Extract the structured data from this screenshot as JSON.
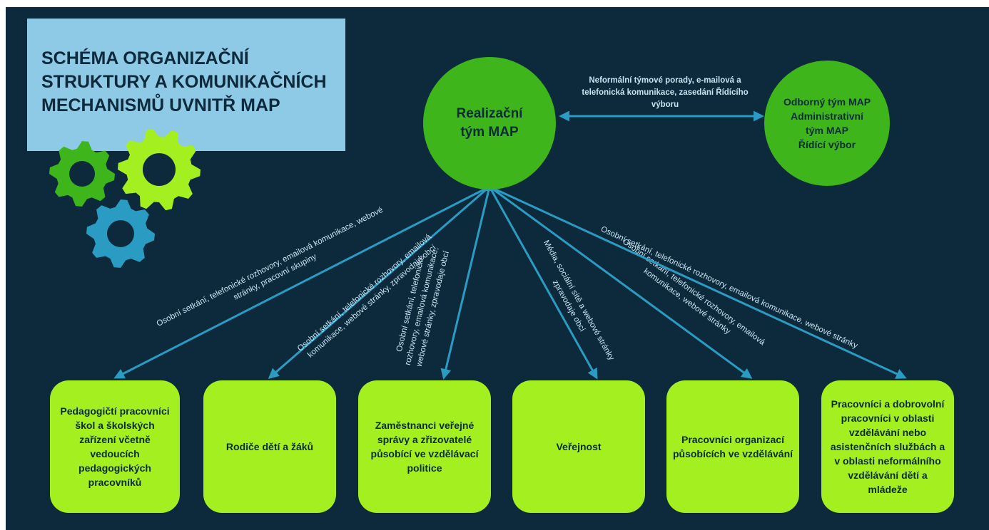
{
  "title": "SCHÉMA ORGANIZAČNÍ\nSTRUKTURY A KOMUNIKAČNÍCH\nMECHANISMŮ UVNITŘ MAP",
  "center_node": "Realizační\ntým MAP",
  "right_node": "Odborný tým MAP\nAdministrativní\ntým MAP\nŘídící výbor",
  "top_link": [
    "Neformální týmové porady, e-mailová a",
    "telefonická komunikace, zasedání Řídícího",
    "výboru"
  ],
  "boxes": [
    "Pedagogičtí pracovníci škol a školských zařízení včetně vedoucích pedagogických pracovníků",
    "Rodiče dětí a žáků",
    "Zaměstnanci veřejné správy a zřizovatelé působící ve vzdělávací politice",
    "Veřejnost",
    "Pracovníci organizací působících ve vzdělávání",
    "Pracovníci a dobrovolní pracovníci v oblasti vzdělávání nebo asistenčních službách a v oblasti neformálního vzdělávání dětí a mládeže"
  ],
  "link_labels": [
    [
      "Osobní setkání, telefonické rozhovory, emailová komunikace, webové",
      "stránky, pracovní skupiny"
    ],
    [
      "Osobní setkání, telefonické rozhovory, emailová",
      "komunikace, webové stránky, zpravodaje obcí"
    ],
    [
      "Osobní setkání, telefonické",
      "rozhovory, emailová komunikace,",
      "webové stránky, zpravodaje obcí"
    ],
    [
      "Média, sociální sítě a webové stránky",
      "zpravodaje obcí"
    ],
    [
      "Osobní setkání, telefonické rozhovory, emailová",
      "komunikace, webové stránky"
    ],
    [
      "Osobní setkání, telefonické rozhovory, emailová komunikace, webové stránky"
    ]
  ],
  "colors": {
    "background": "#0d2a3c",
    "title_box": "#8ec9e6",
    "circle": "#3db51b",
    "box": "#a3ef1f",
    "arrow": "#2a9bc2",
    "label_text": "#c7e3f0",
    "gear_dark": "#3db51b",
    "gear_light": "#a3ef1f",
    "gear_blue": "#2a9bc2"
  },
  "icons": [
    "gear-icon",
    "gear-icon",
    "gear-icon"
  ]
}
